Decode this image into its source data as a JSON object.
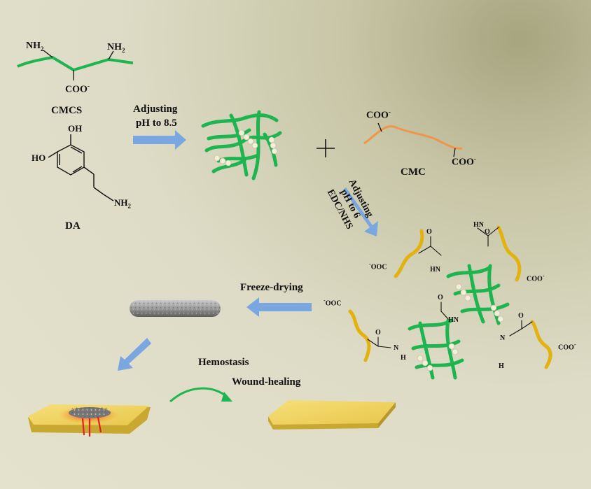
{
  "labels": {
    "cmcs": "CMCS",
    "da": "DA",
    "cmc": "CMC",
    "nh2": "NH",
    "coo": "COO",
    "minus": "-",
    "sub2": "2",
    "oh": "OH",
    "ho": "HO",
    "nh2_da": "NH",
    "ooc_left": "OOC",
    "coo_right": "COO",
    "o": "O",
    "hn": "HN",
    "n": "N",
    "h": "H"
  },
  "steps": {
    "adjust_85_line1": "Adjusting",
    "adjust_85_line2": "pH to 8.5",
    "adjust_6_line1": "Adjusting",
    "adjust_6_line2": "pH to 6",
    "adjust_6_line3": "EDC/NHS",
    "freeze_drying": "Freeze-drying",
    "hemostasis": "Hemostasis",
    "wound_healing": "Wound-healing"
  },
  "symbols": {
    "plus": "+"
  },
  "colors": {
    "cmcs_chain": "#1eb550",
    "cmc_chain": "#f0964a",
    "crosslink_chain": "#e3b20f",
    "arrow": "#7aa7e0",
    "pad": "#f0d25a",
    "blood": "#e0201a"
  }
}
